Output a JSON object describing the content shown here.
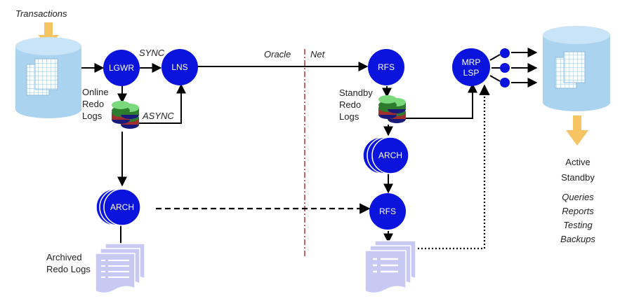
{
  "labels": {
    "transactions": "Transactions",
    "sync": "SYNC",
    "async": "ASYNC",
    "oracle": "Oracle",
    "net": "Net",
    "online": "Online",
    "redo": "Redo",
    "logs": "Logs",
    "standby": "Standby",
    "standby_redo": "Redo",
    "standby_logs": "Logs",
    "archived": "Archived",
    "redo_logs": "Redo Logs",
    "active": "Active",
    "active_standby": "Standby",
    "queries": "Queries",
    "reports": "Reports",
    "testing": "Testing",
    "backups": "Backups"
  },
  "nodes": {
    "lgwr": "LGWR",
    "lns": "LNS",
    "rfs_top": "RFS",
    "mrp": "MRP",
    "lsp": "LSP",
    "arch_left": "ARCH",
    "arch_right": "ARCH",
    "rfs_bottom": "RFS"
  },
  "colors": {
    "node_blue": "#0a14dc",
    "cylinder_fill": "#a9d3ee",
    "arrow_orange": "#f7c463",
    "divider_red": "#b03030",
    "doc_lavender": "#c7c9f2"
  }
}
